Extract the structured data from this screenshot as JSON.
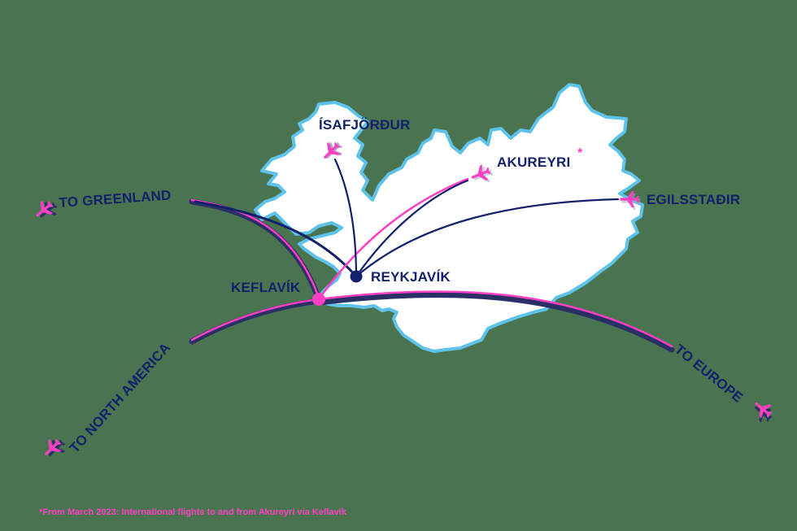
{
  "map": {
    "colors": {
      "background": "#4a7350",
      "land": "#ffffff",
      "coast": "#5ec3ea",
      "navy": "#13206b",
      "pink": "#ff3fc4",
      "route_shadow": "#2a2f66"
    },
    "hubs": [
      {
        "id": "keflavik",
        "label": "KEFLAVÍK",
        "marker": "pink-dot"
      },
      {
        "id": "reykjavik",
        "label": "REYKJAVÍK",
        "marker": "navy-dot"
      }
    ],
    "domestic_destinations": [
      {
        "id": "isafjordur",
        "label": "ÍSAFJÖRÐUR"
      },
      {
        "id": "akureyri",
        "label": "AKUREYRI",
        "note_marker": "*"
      },
      {
        "id": "egilsstadir",
        "label": "EGILSSTAÐIR"
      }
    ],
    "international_destinations": [
      {
        "id": "greenland",
        "label": "TO GREENLAND"
      },
      {
        "id": "north-america",
        "label": "TO NORTH AMERICA"
      },
      {
        "id": "europe",
        "label": "TO EUROPE"
      }
    ],
    "icons": {
      "plane": "airplane-icon"
    }
  },
  "footnote": "*From March 2023: International flights to and from Akureyri via Keflavík"
}
